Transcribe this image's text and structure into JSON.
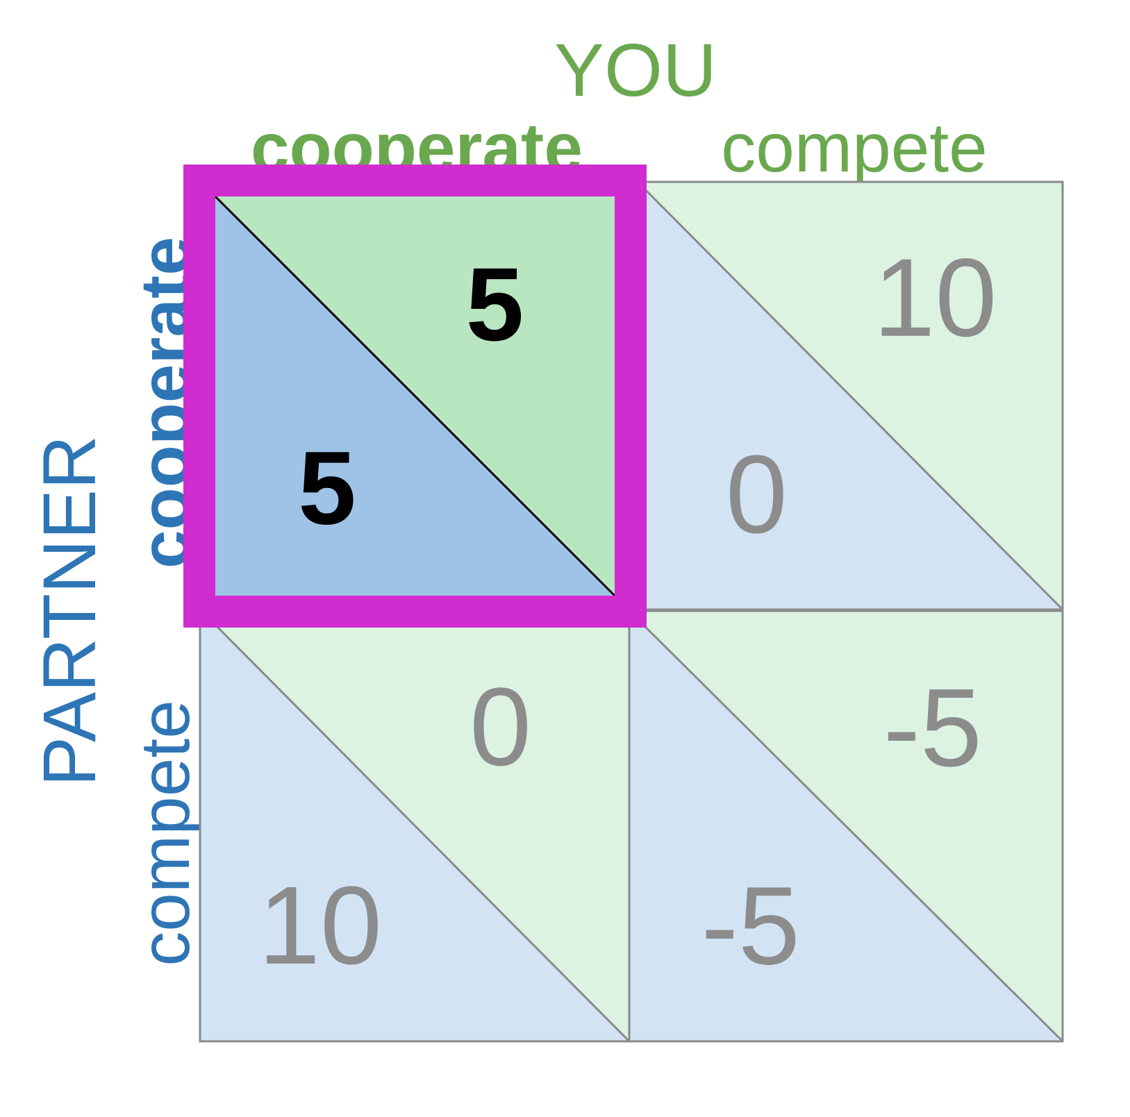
{
  "column_player": {
    "label": "YOU",
    "color": "#6aa84f"
  },
  "row_player": {
    "label": "PARTNER",
    "color": "#2e75b6"
  },
  "column_strategies": [
    {
      "label": "cooperate",
      "highlighted": true
    },
    {
      "label": "compete",
      "highlighted": false
    }
  ],
  "row_strategies": [
    {
      "label": "cooperate",
      "highlighted": true
    },
    {
      "label": "compete",
      "highlighted": false
    }
  ],
  "cells": [
    {
      "row": 0,
      "col": 0,
      "you_payoff": "5",
      "partner_payoff": "5",
      "highlighted": true
    },
    {
      "row": 0,
      "col": 1,
      "you_payoff": "10",
      "partner_payoff": "0",
      "highlighted": false
    },
    {
      "row": 1,
      "col": 0,
      "you_payoff": "0",
      "partner_payoff": "10",
      "highlighted": false
    },
    {
      "row": 1,
      "col": 1,
      "you_payoff": "-5",
      "partner_payoff": "-5",
      "highlighted": false
    }
  ],
  "colors": {
    "you_fill_highlight": "#b8e6c1",
    "partner_fill_highlight": "#9fc3e6",
    "you_fill": "#dcf3e2",
    "partner_fill": "#d2e3f3",
    "highlight_border": "#d02cd0",
    "payoff_text": "#8c8c8c",
    "payoff_text_highlight": "#000000"
  }
}
